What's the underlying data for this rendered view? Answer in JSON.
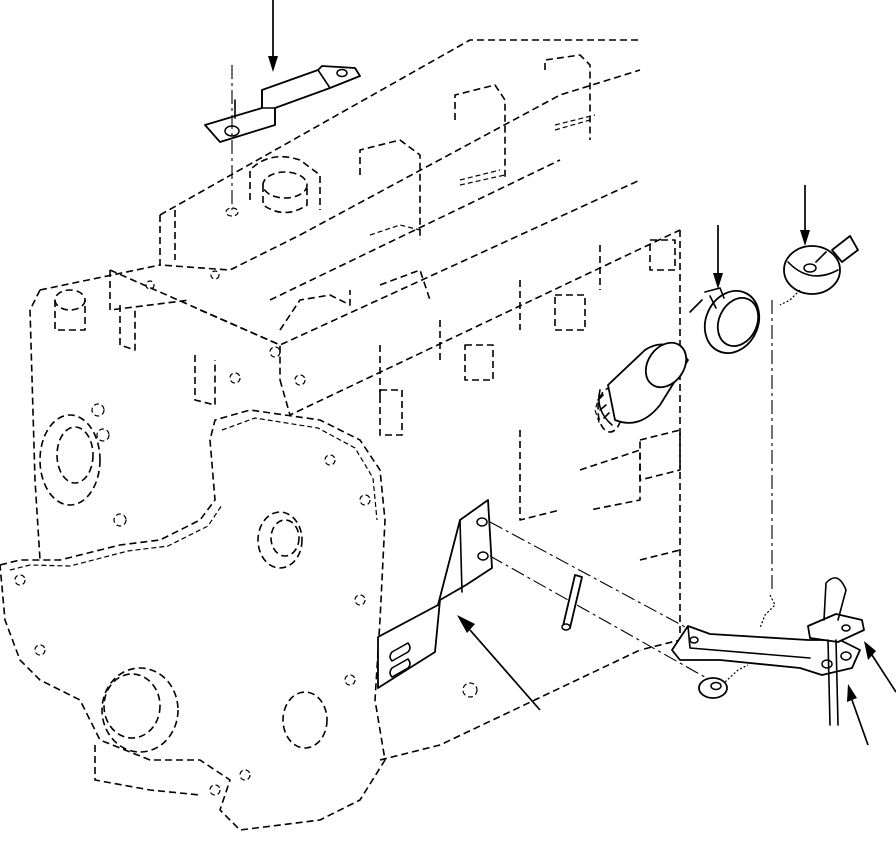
{
  "figure": {
    "callouts": [
      {
        "id": "top-bracket",
        "target": "bracket-part"
      },
      {
        "id": "hose-clamp",
        "target": "hose-clamp-part"
      },
      {
        "id": "dust-cap",
        "target": "dust-cap-part"
      },
      {
        "id": "mount-bracket",
        "target": "mounting-bracket-part"
      },
      {
        "id": "lock-pin",
        "target": "lock-pin-part"
      },
      {
        "id": "arm-bracket",
        "target": "arm-bracket-part"
      }
    ],
    "engine_outline": "hidden",
    "line_color": "#000000",
    "background": "#ffffff"
  }
}
